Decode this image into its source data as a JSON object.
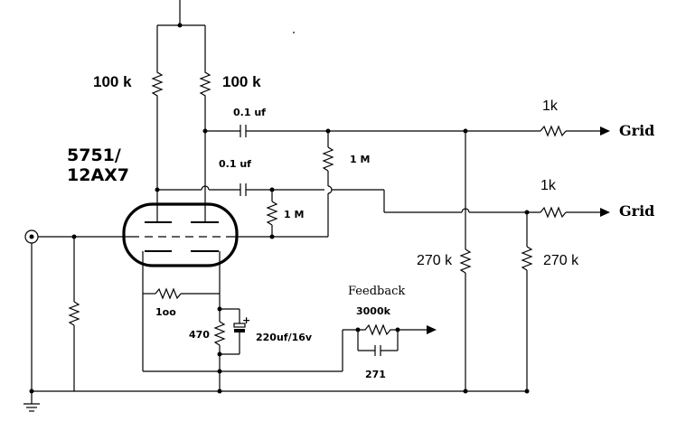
{
  "tube": {
    "line1": "5751/",
    "line2": "12AX7"
  },
  "resistors": {
    "plate_left": "100 k",
    "plate_right": "100 k",
    "grid_upper": "1 M",
    "grid_lower": "1 M",
    "cathode_link": "1oo",
    "cathode": "470",
    "stopper_upper": "1k",
    "stopper_lower": "1k",
    "grid_leak_left": "270 k",
    "grid_leak_right": "270 k",
    "feedback": "3000k"
  },
  "capacitors": {
    "coupling_upper": "0.1 uf",
    "coupling_lower": "0.1 uf",
    "cathode_bypass": "220uf/16v",
    "cathode_bypass_polarity": "+",
    "feedback": "271"
  },
  "outputs": {
    "upper": "Grid",
    "lower": "Grid"
  },
  "feedback_label": "Feedback"
}
